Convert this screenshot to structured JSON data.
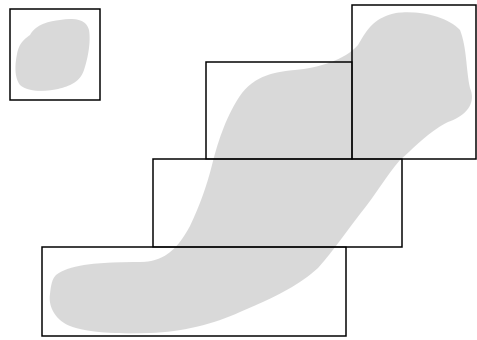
{
  "diagram": {
    "kind": "bounding-box tiling over irregular shapes",
    "colors": {
      "background": "#ffffff",
      "shape_fill": "#d9d9d9",
      "box_stroke": "#000000"
    },
    "shapes": [
      {
        "name": "small-blob"
      },
      {
        "name": "large-elongated-blob"
      }
    ],
    "boxes": [
      {
        "name": "small-blob-box"
      },
      {
        "name": "tile-top-left"
      },
      {
        "name": "tile-top-right"
      },
      {
        "name": "tile-middle"
      },
      {
        "name": "tile-bottom"
      }
    ]
  }
}
